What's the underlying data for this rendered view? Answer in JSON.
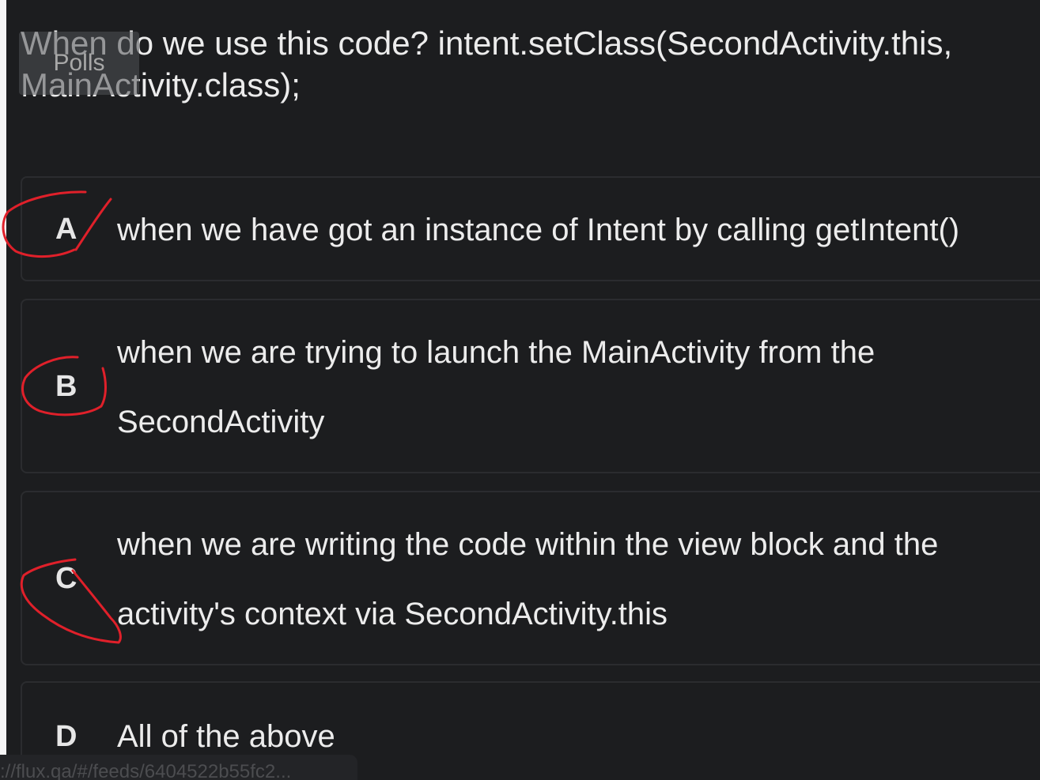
{
  "tab": {
    "label": "Polls"
  },
  "question": {
    "text": "When do we use this code? intent.setClass(SecondActivity.this, MainActivity.class);"
  },
  "options": [
    {
      "letter": "A",
      "text": "when we have got an instance of Intent by calling getIntent()"
    },
    {
      "letter": "B",
      "text": "when we are trying to launch the MainActivity from the SecondActivity"
    },
    {
      "letter": "C",
      "text": "when we are writing the code within the view block and the activity's context via SecondActivity.this"
    },
    {
      "letter": "D",
      "text": "All of the above"
    }
  ],
  "status_url": "://flux.qa/#/feeds/6404522b55fc2...",
  "colors": {
    "background": "#1c1d1f",
    "text": "#ececec",
    "annotation": "#e0202a"
  }
}
